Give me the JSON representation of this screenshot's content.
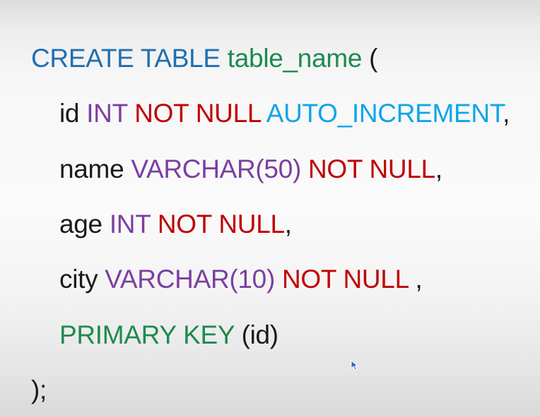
{
  "colors": {
    "keyword_blue": "#1f6fb2",
    "green": "#1d8a4f",
    "black": "#1a1a1a",
    "purple": "#7b3fa0",
    "red": "#c00000",
    "cyan": "#0ea5e9"
  },
  "code": {
    "line1": {
      "t1": "CREATE TABLE",
      "t2": "table_name",
      "t3": "("
    },
    "line2": {
      "t1": "id",
      "t2": "INT",
      "t3": "NOT NULL",
      "t4": "AUTO_INCREMENT",
      "t5": ","
    },
    "line3": {
      "t1": "name",
      "t2": "VARCHAR(50)",
      "t3": "NOT NULL",
      "t4": ","
    },
    "line4": {
      "t1": "age",
      "t2": "INT",
      "t3": "NOT NULL",
      "t4": ","
    },
    "line5": {
      "t1": "city",
      "t2": "VARCHAR(10)",
      "t3": "NOT NULL",
      "t4": " ,"
    },
    "line6": {
      "t1": "PRIMARY KEY",
      "t2": "(id)"
    },
    "line7": {
      "t1": ");"
    }
  },
  "pointer": {
    "icon": "mouse-pointer-icon"
  }
}
